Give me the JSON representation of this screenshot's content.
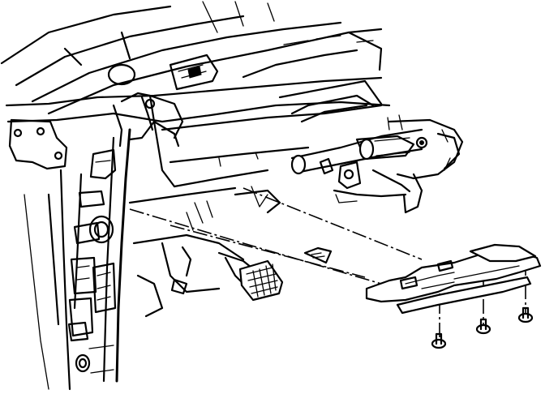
{
  "diagram": {
    "parts": [
      {
        "name": "steering-column",
        "icon": "steering-column-drawing"
      },
      {
        "name": "knee-bolster-panel",
        "icon": "panel-drawing"
      },
      {
        "name": "panel-fasteners",
        "icon": "fastener-icon"
      },
      {
        "name": "pedal-assembly",
        "icon": "pedal-drawing"
      }
    ],
    "colors": {
      "ink": "#000000",
      "paper": "#ffffff"
    }
  }
}
